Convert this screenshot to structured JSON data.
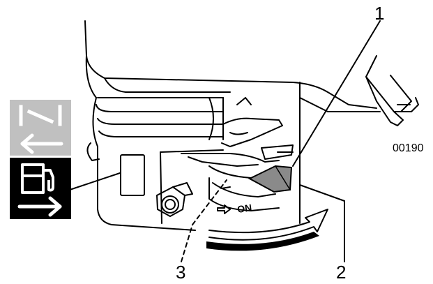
{
  "figure": {
    "code": "00190",
    "callouts": [
      {
        "id": "1",
        "label": "1"
      },
      {
        "id": "2",
        "label": "2"
      },
      {
        "id": "3",
        "label": "3"
      }
    ],
    "valve_marking": "ON",
    "symbols": {
      "off_panel": {
        "icon": "choke-closed-icon",
        "arrow": "arrow-left-icon",
        "bg": "#c0c0c0"
      },
      "on_panel": {
        "icon": "fuel-pump-icon",
        "arrow": "arrow-right-icon",
        "bg": "#000000"
      }
    },
    "colors": {
      "line": "#000000",
      "paper": "#ffffff",
      "gray": "#c0c0c0",
      "lever": "#8a8a8a"
    }
  }
}
